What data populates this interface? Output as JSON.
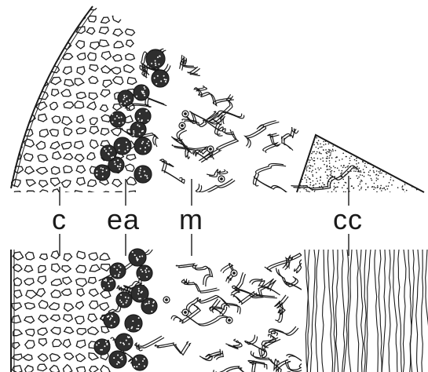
{
  "figure": {
    "labels": [
      {
        "id": "c",
        "text": "c"
      },
      {
        "id": "ea",
        "text": "ea"
      },
      {
        "id": "m",
        "text": "m"
      },
      {
        "id": "cc",
        "text": "cc"
      }
    ],
    "colors": {
      "ink": "#1a1a1a",
      "background": "#ffffff",
      "spore_fill": "#2e2e2e"
    }
  }
}
